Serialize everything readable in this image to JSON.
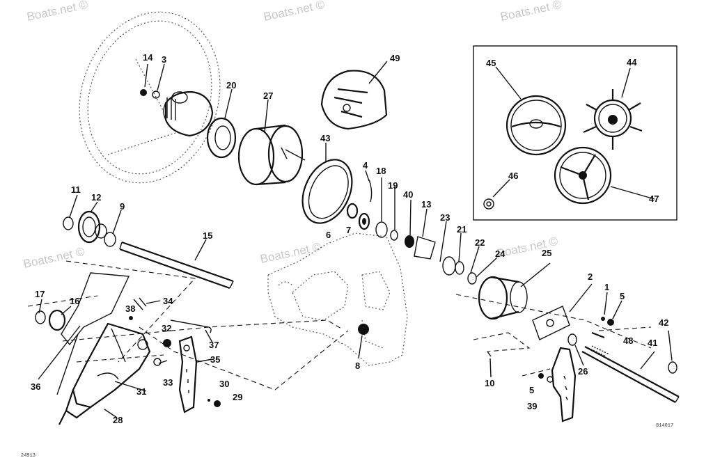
{
  "watermarks": [
    "Boats.net ©",
    "Boats.net ©",
    "Boats.net ©",
    "Boats.net ©",
    "Boats.net ©",
    "Boats.net ©"
  ],
  "diagram_code": "814017",
  "corner_code": "24913",
  "labels": [
    "1",
    "2",
    "3",
    "4",
    "5",
    "5",
    "6",
    "7",
    "8",
    "9",
    "10",
    "11",
    "12",
    "13",
    "14",
    "15",
    "16",
    "17",
    "18",
    "19",
    "20",
    "21",
    "22",
    "23",
    "24",
    "25",
    "26",
    "27",
    "28",
    "29",
    "30",
    "31",
    "32",
    "33",
    "34",
    "35",
    "36",
    "37",
    "38",
    "39",
    "40",
    "41",
    "42",
    "43",
    "44",
    "45",
    "46",
    "47",
    "48",
    "49"
  ]
}
